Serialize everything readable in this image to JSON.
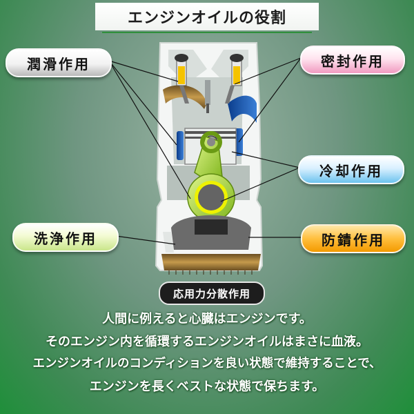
{
  "title": "エンジンオイルの役割",
  "functions": {
    "lubrication": "潤滑作用",
    "sealing": "密封作用",
    "cooling": "冷却作用",
    "cleaning": "洗浄作用",
    "rust_prevention": "防錆作用",
    "dispersion": "応用力分散作用"
  },
  "caption": [
    "人間に例えると心臓はエンジンです。",
    "そのエンジン内を循環するエンジンオイルはまさに血液。",
    "エンジンオイルのコンディションを良い状態で維持することで、",
    "エンジンを長くベストな状態で保ちます。"
  ],
  "colors": {
    "background_top": "#9ab3a4",
    "background_bottom": "#1f8f3a",
    "title_underline": "#2f8f3b",
    "lubrication_pill": "#f2f2f2",
    "sealing_pill": "#f19ac0",
    "cooling_pill": "#6cc2ee",
    "cleaning_pill": "#c9e68a",
    "rust_prevention_pill": "#f39a00",
    "dispersion_pill": "#1d1d1d",
    "connecting_rod": "#9ad12f",
    "oil": "#a9823b"
  }
}
